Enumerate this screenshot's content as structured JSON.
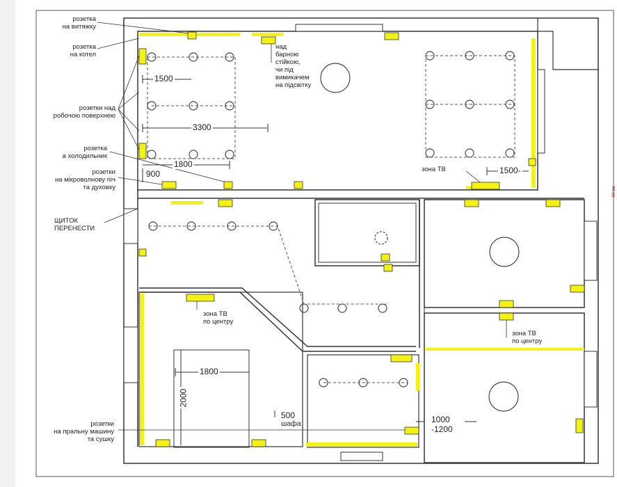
{
  "colors": {
    "highlight": "#f4f214",
    "outlet": "#e8e000",
    "line": "#333333"
  },
  "labels": {
    "hood": "розетка\nна витяжку",
    "boiler": "розетка\nна котел",
    "bar": "над\nбарною\nстійкою,\nчи під\nвимикачем\nна підсвітку",
    "worktop": "розетки над\nробочою поверхнею",
    "fridge": "розетка\nа холодильник",
    "microwave": "розетки\nна мікроволнову піч\nта духовку",
    "panel": "ЩИТОК\nПЕРЕНЕСТИ",
    "tv1": "зона ТВ",
    "tv2": "зона ТВ\nпо центру",
    "tv3": "зона ТВ\nпо центру",
    "laundry": "розетки\nна пральну машину\nта сушку",
    "wardrobe": "шафа",
    "side_note": "90 см"
  },
  "dims": {
    "d1500a": "1500",
    "d3300": "3300",
    "d1800a": "1800",
    "d900": "900",
    "d1500b": "1500-",
    "d1800b": "1800",
    "d2000": "2000",
    "d500": "500",
    "d1000": "1000\n-1200"
  }
}
